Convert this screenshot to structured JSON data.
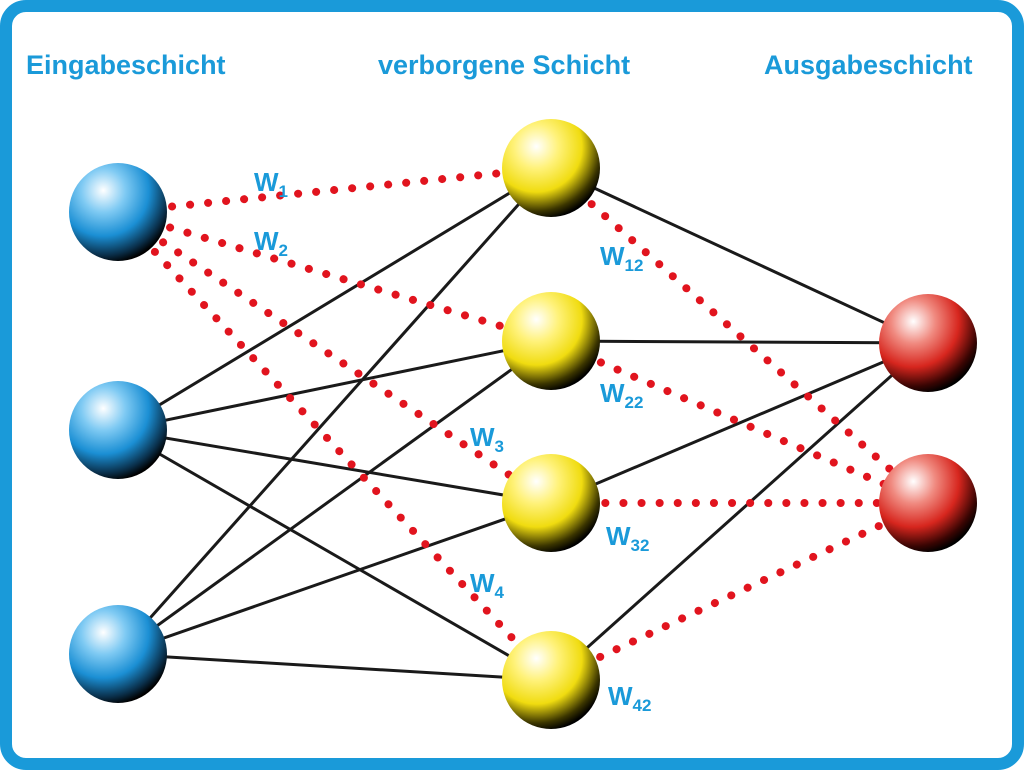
{
  "layers": {
    "input": {
      "title": "Eingabeschicht"
    },
    "hidden": {
      "title": "verborgene Schicht"
    },
    "output": {
      "title": "Ausgabeschicht"
    }
  },
  "weights": {
    "w1": {
      "base": "W",
      "sub": "1"
    },
    "w2": {
      "base": "W",
      "sub": "2"
    },
    "w3": {
      "base": "W",
      "sub": "3"
    },
    "w4": {
      "base": "W",
      "sub": "4"
    },
    "w12": {
      "base": "W",
      "sub": "12"
    },
    "w22": {
      "base": "W",
      "sub": "22"
    },
    "w32": {
      "base": "W",
      "sub": "32"
    },
    "w42": {
      "base": "W",
      "sub": "42"
    }
  },
  "colors": {
    "accent": "#1a9ad9",
    "input_node": "#1b8fd4",
    "hidden_node": "#f2e21a",
    "output_node": "#d7261e",
    "connection": "#1a1a1a",
    "weighted_connection": "#e1141e"
  }
}
